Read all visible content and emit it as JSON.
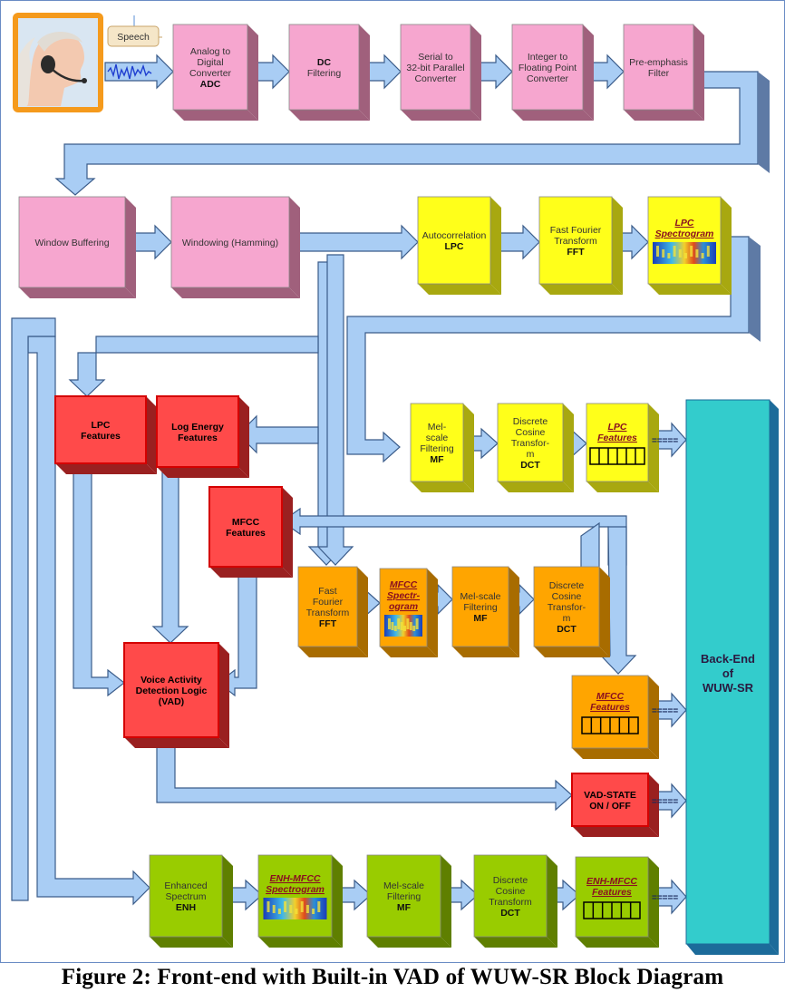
{
  "colors": {
    "pink": "#f6a6cf",
    "yellow": "#ffff1a",
    "red": "#ff4a4a",
    "orange": "#ffa500",
    "green": "#99cc00",
    "teal": "#33cccc",
    "arrow": "#a9cdf4",
    "head_border": "#f59a1c"
  },
  "icons": {
    "speaker": "headset-speaker-icon",
    "waveform": "audio-waveform-icon"
  },
  "speech_label": "Speech",
  "row1": {
    "adc": [
      "Analog to",
      "Digital",
      "Converter",
      "ADC"
    ],
    "dc": [
      "DC",
      "Filtering"
    ],
    "serial": [
      "Serial to",
      "32-bit Parallel",
      "Converter"
    ],
    "integer": [
      "Integer to",
      "Floating Point",
      "Converter"
    ],
    "preemph": [
      "Pre-emphasis",
      "Filter"
    ]
  },
  "row2": {
    "window_buffering": "Window Buffering",
    "windowing": "Windowing (Hamming)",
    "autocorr": [
      "Autocorrelation",
      "LPC"
    ],
    "fft": [
      "Fast Fourier",
      "Transform",
      "FFT"
    ],
    "lpc_spec": [
      "LPC",
      "Spectrogram"
    ]
  },
  "lpc_branch": {
    "mf": [
      "Mel-",
      "scale",
      "Filtering",
      "MF"
    ],
    "dct": [
      "Discrete",
      "Cosine",
      "Transfor-",
      "m",
      "DCT"
    ],
    "features": [
      "LPC",
      "Features"
    ],
    "arrow": "====="
  },
  "features": {
    "lpc": [
      "LPC",
      "Features"
    ],
    "log_energy": [
      "Log Energy",
      "Features"
    ],
    "mfcc": [
      "MFCC",
      "Features"
    ]
  },
  "mfcc_branch": {
    "fft": [
      "Fast",
      "Fourier",
      "Transform",
      "FFT"
    ],
    "spec": [
      "MFCC",
      "Spectr-",
      "ogram"
    ],
    "mf": [
      "Mel-scale",
      "Filtering",
      "MF"
    ],
    "dct": [
      "Discrete",
      "Cosine",
      "Transfor-",
      "m",
      "DCT"
    ],
    "features": [
      "MFCC",
      "Features"
    ],
    "arrow": "====="
  },
  "vad": [
    "Voice Activity",
    "Detection Logic",
    "(VAD)"
  ],
  "vad_state": [
    "VAD-STATE",
    "ON / OFF"
  ],
  "vad_arrow": "=====",
  "enh_branch": {
    "enh": [
      "Enhanced",
      "Spectrum",
      "ENH"
    ],
    "spec": [
      "ENH-MFCC",
      "Spectrogram"
    ],
    "mf": [
      "Mel-scale",
      "Filtering",
      "MF"
    ],
    "dct": [
      "Discrete",
      "Cosine",
      "Transform",
      "DCT"
    ],
    "features": [
      "ENH-MFCC",
      "Features"
    ],
    "arrow": "====="
  },
  "backend": [
    "Back-End",
    "of",
    "WUW-SR"
  ],
  "caption": "Figure 2: Front-end with Built-in VAD of WUW-SR Block Diagram"
}
